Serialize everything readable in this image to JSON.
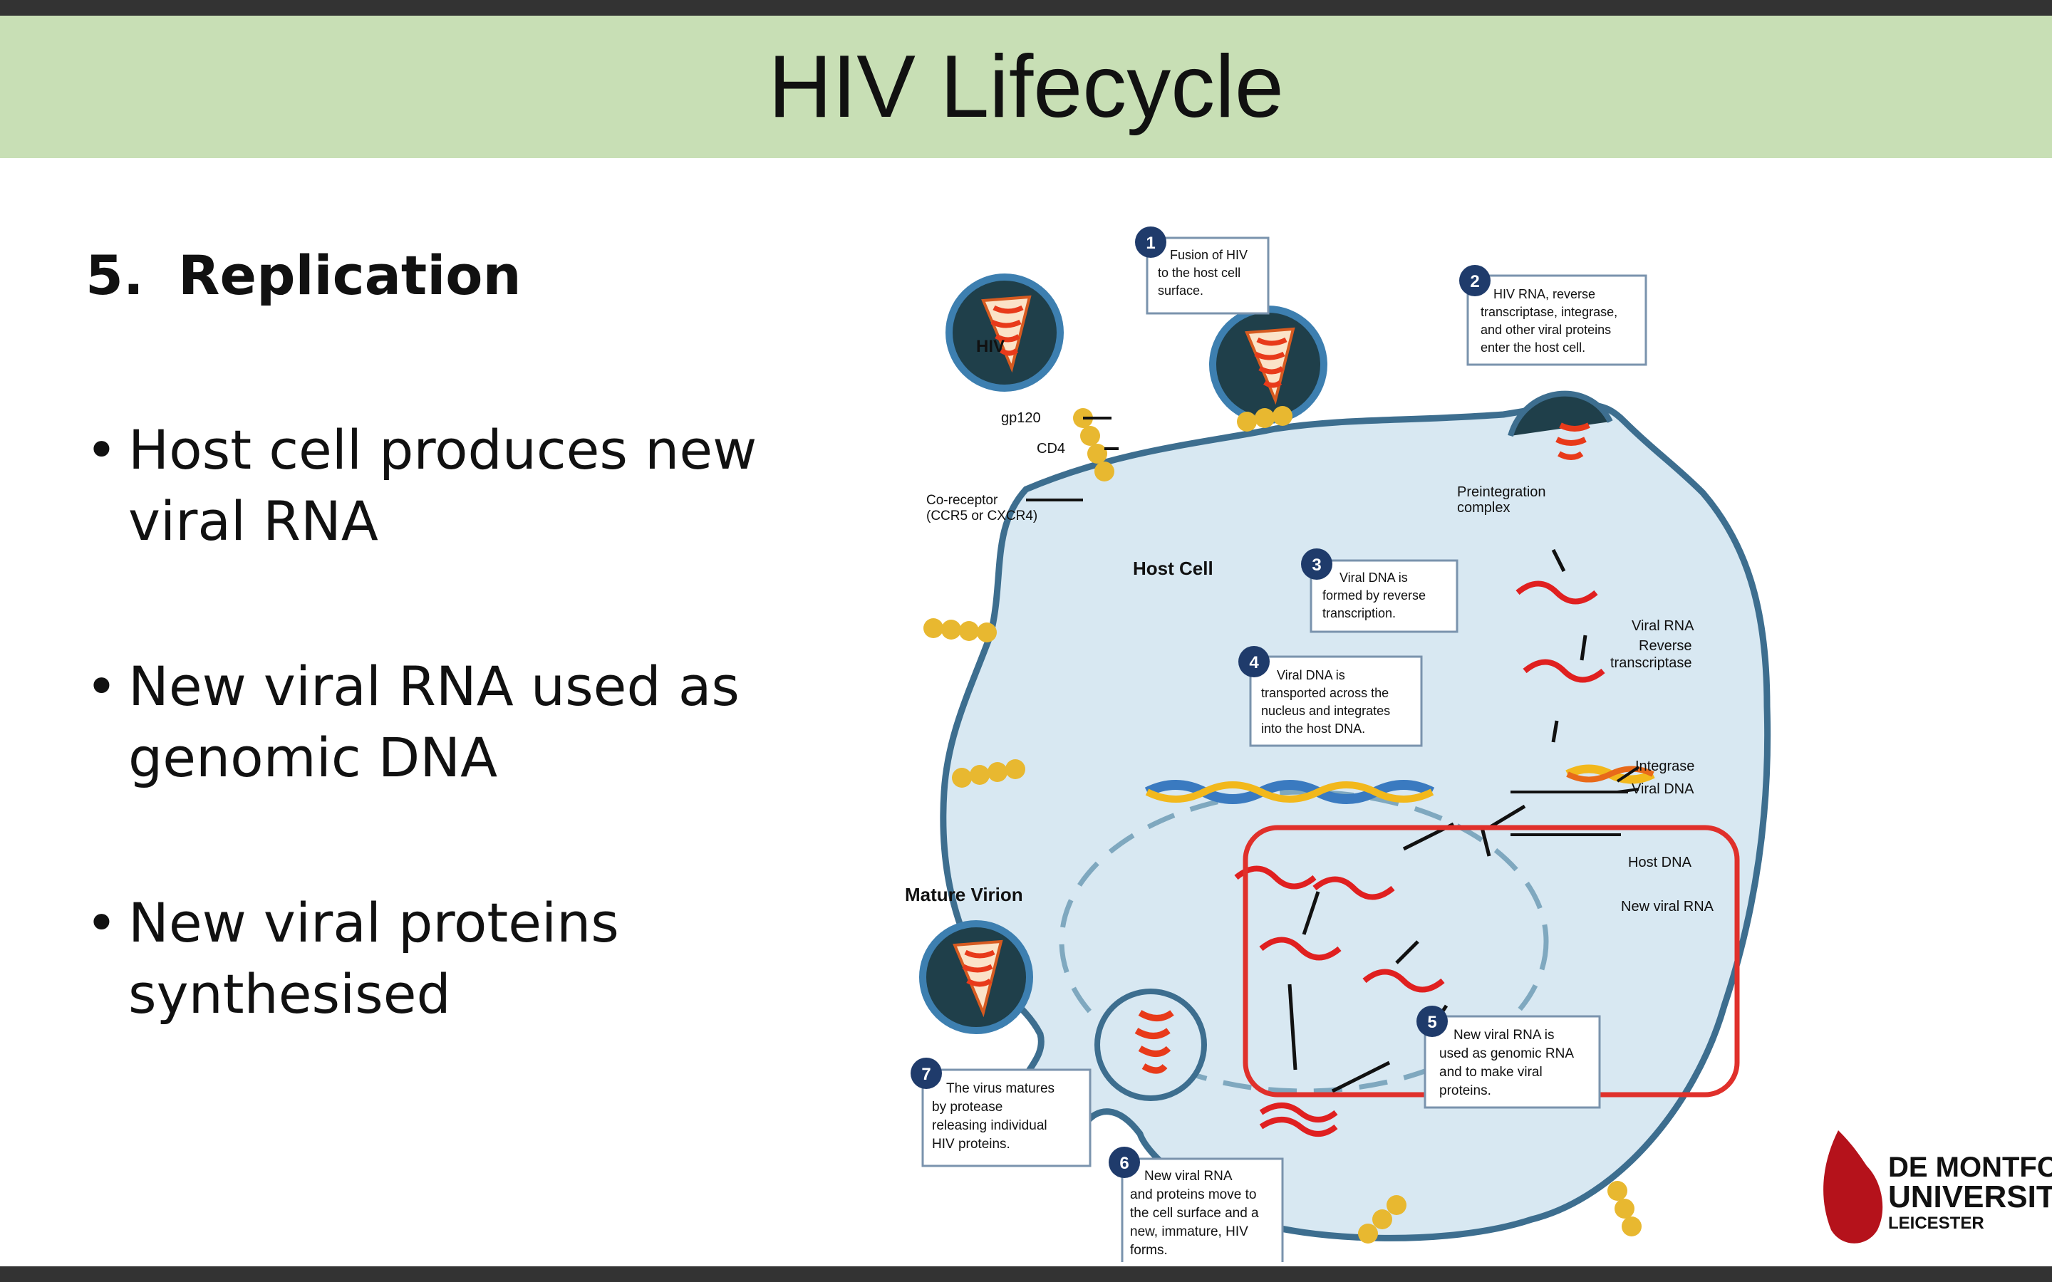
{
  "slide": {
    "title": "HIV Lifecycle",
    "section_number": "5.",
    "section_title": "Replication",
    "bullets": [
      "Host cell produces new viral RNA",
      "New viral RNA used as genomic DNA",
      "New viral proteins synthesised"
    ]
  },
  "diagram": {
    "labels": {
      "hiv": "HIV",
      "gp120": "gp120",
      "cd4": "CD4",
      "coreceptor_1": "Co-receptor",
      "coreceptor_2": "(CCR5 or CXCR4)",
      "host_cell": "Host Cell",
      "mature_virion": "Mature Virion",
      "preintegration_1": "Preintegration",
      "preintegration_2": "complex",
      "viral_rna": "Viral RNA",
      "reverse_1": "Reverse",
      "reverse_2": "transcriptase",
      "integrase": "Integrase",
      "viral_dna": "Viral DNA",
      "host_dna": "Host DNA",
      "new_viral_rna": "New viral RNA"
    },
    "steps": [
      {
        "number": "1",
        "lines": [
          "Fusion of  HIV",
          "to the host cell",
          "surface."
        ]
      },
      {
        "number": "2",
        "lines": [
          "HIV RNA, reverse",
          "transcriptase, integrase,",
          "and other viral proteins",
          "enter the host cell."
        ]
      },
      {
        "number": "3",
        "lines": [
          "Viral DNA is",
          "formed by reverse",
          "transcription."
        ]
      },
      {
        "number": "4",
        "lines": [
          "Viral DNA is",
          "transported across the",
          "nucleus and integrates",
          "into the host DNA."
        ]
      },
      {
        "number": "5",
        "lines": [
          "New viral RNA is",
          "used as genomic RNA",
          "and to make viral",
          "proteins."
        ]
      },
      {
        "number": "6",
        "lines": [
          "New viral RNA",
          "and proteins move to",
          "the cell surface and a",
          "new, immature, HIV",
          "forms."
        ]
      },
      {
        "number": "7",
        "lines": [
          "The virus matures",
          "by protease",
          "releasing individual",
          "HIV proteins."
        ]
      }
    ],
    "colors": {
      "cell_fill": "#d8e8f2",
      "membrane": "#3d6e8f",
      "step_circle": "#1f3b6b",
      "highlight": "#e0302b",
      "viral_rna": "#e02020",
      "receptor": "#e8b830"
    }
  },
  "logo": {
    "lines": [
      "DE MONTFORT",
      "UNIVERSITY",
      "LEICESTER"
    ],
    "color": "#b5121b"
  }
}
